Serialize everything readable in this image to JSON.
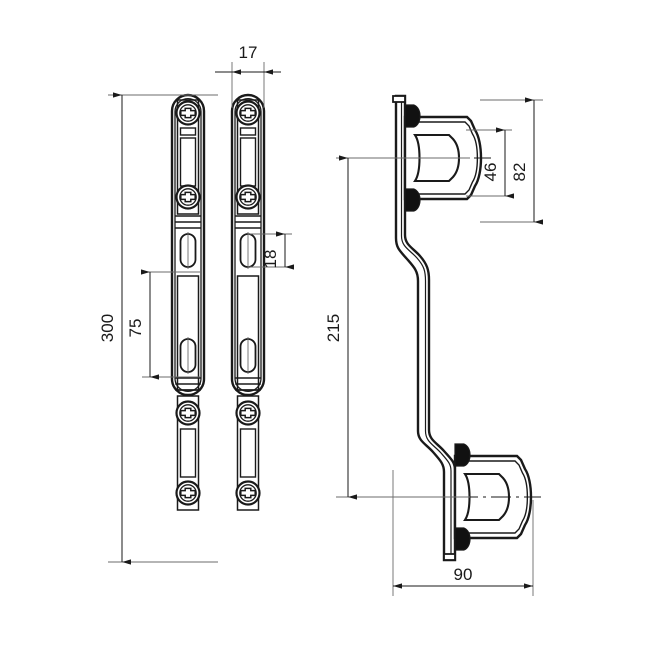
{
  "drawing": {
    "title": "Pipe mounting rail bracket set - technical drawing",
    "units": "mm",
    "line_color": "#1a1a1a",
    "dim_color": "#6b6b6b",
    "fill_color": "#ffffff",
    "hatch_color": "#000000"
  },
  "dimensions": {
    "overall_length": "300",
    "rail_width": "17",
    "slot_to_slot": "75",
    "slot_height": "18",
    "clamp_spacing": "215",
    "clamp_inner_height": "46",
    "clamp_outer_height": "82",
    "profile_depth": "90"
  },
  "views": [
    {
      "name": "front-view-left-rail",
      "label": "300"
    },
    {
      "name": "front-view-right-rail",
      "label": "17"
    },
    {
      "name": "side-profile-view",
      "label": "90"
    }
  ],
  "features": {
    "screws": {
      "name": "phillips-screw-head",
      "count_per_rail": 4
    },
    "slots": {
      "name": "oblong-mounting-slot",
      "count_per_rail": 2
    },
    "clamps": {
      "name": "pipe-clamp-saddle",
      "count": 2
    }
  }
}
